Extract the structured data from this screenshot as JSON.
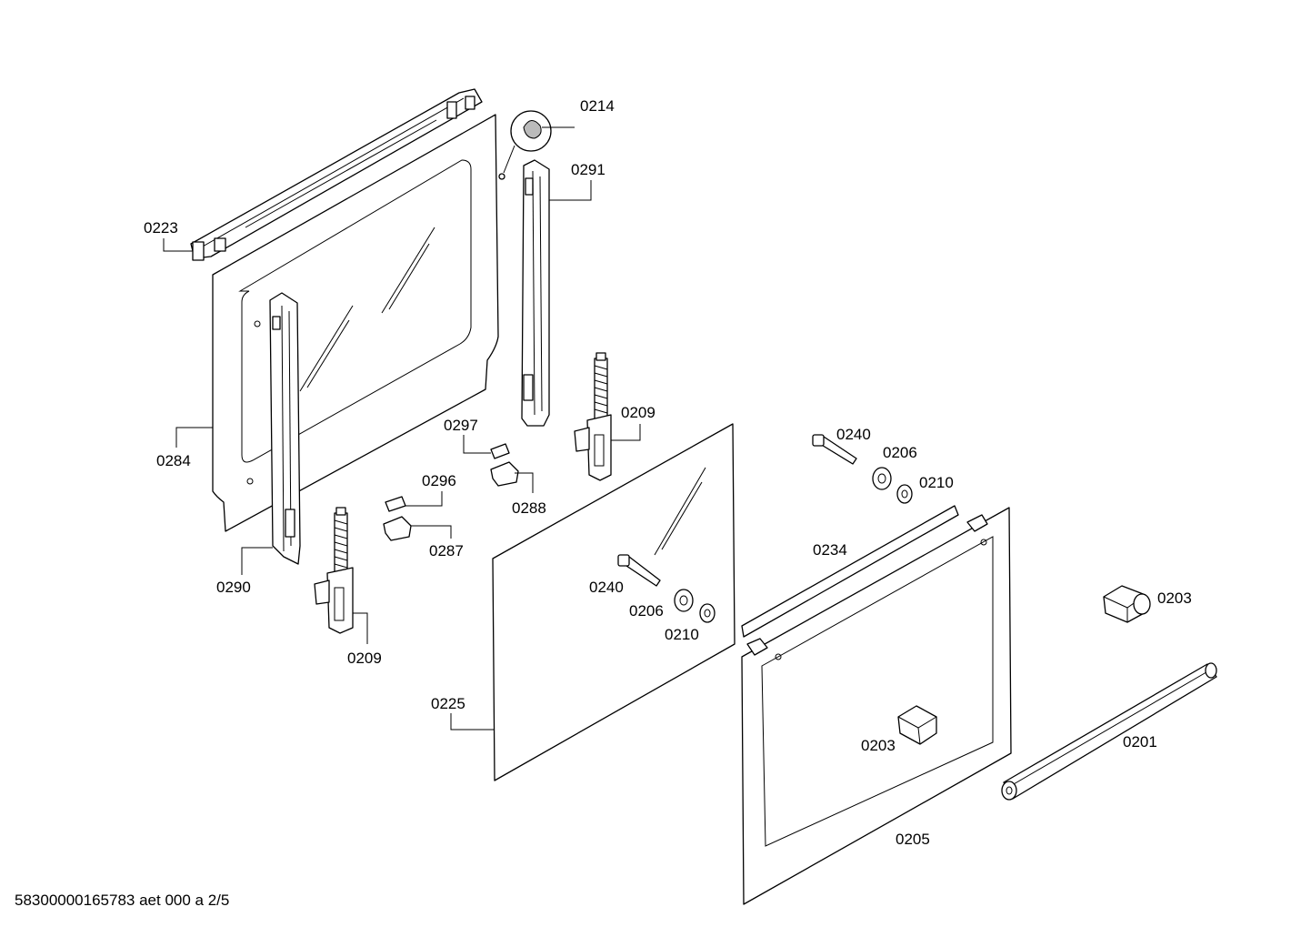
{
  "labels": {
    "l0214": "0214",
    "l0291": "0291",
    "l0223": "0223",
    "l0284": "0284",
    "l0290": "0290",
    "l0209a": "0209",
    "l0209b": "0209",
    "l0297": "0297",
    "l0288": "0288",
    "l0296": "0296",
    "l0287": "0287",
    "l0225": "0225",
    "l0240a": "0240",
    "l0206a": "0206",
    "l0210a": "0210",
    "l0240b": "0240",
    "l0206b": "0206",
    "l0210b": "0210",
    "l0234": "0234",
    "l0203a": "0203",
    "l0203b": "0203",
    "l0201": "0201",
    "l0205": "0205"
  },
  "footer": {
    "code": "58300000165783 aet 000 a 2/5"
  }
}
